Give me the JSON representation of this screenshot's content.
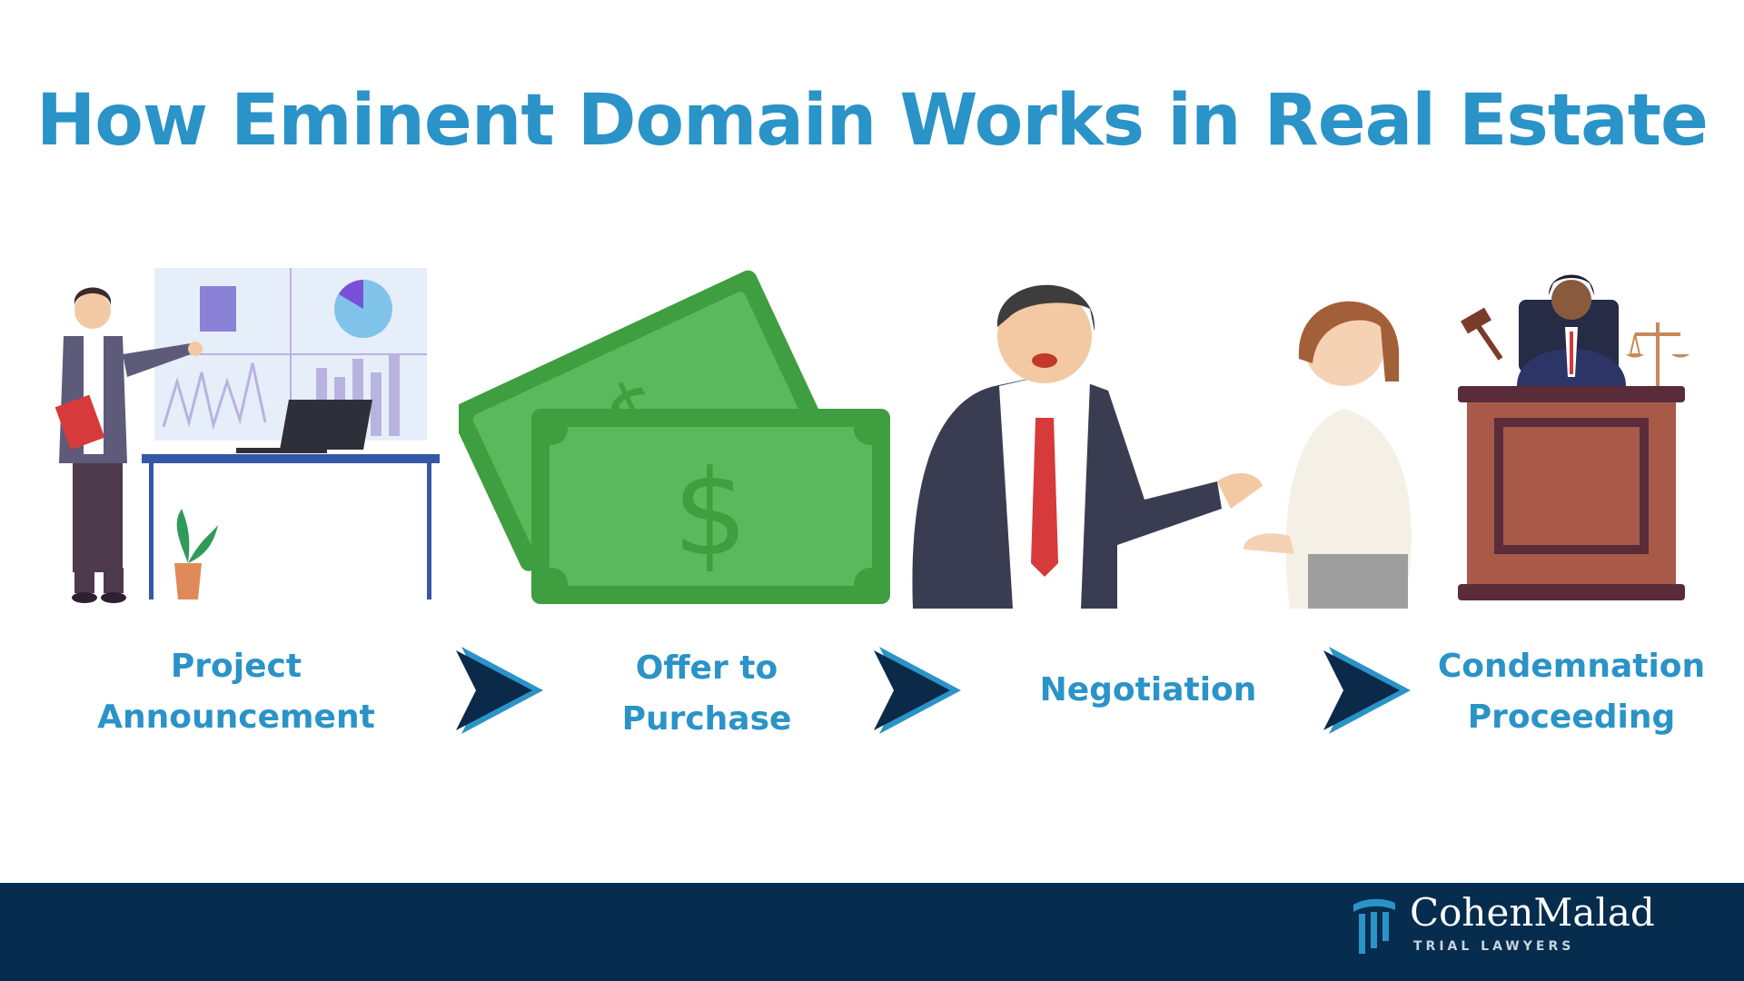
{
  "title": "How Eminent Domain Works in Real Estate",
  "steps": [
    {
      "line1": "Project",
      "line2": "Announcement"
    },
    {
      "line1": "Offer to",
      "line2": "Purchase"
    },
    {
      "line1": "Negotiation",
      "line2": ""
    },
    {
      "line1": "Condemnation",
      "line2": "Proceeding"
    }
  ],
  "brand": {
    "name": "CohenMalad",
    "tagline": "TRIAL LAWYERS"
  },
  "colors": {
    "accent": "#2a93c8",
    "footer": "#062c4e",
    "arrow_dark": "#0b2a4a",
    "money": "#5cb85c"
  },
  "icons": [
    "presenter-icon",
    "money-icon",
    "negotiation-icon",
    "judge-icon",
    "chevron-right-icon",
    "pillar-logo-icon"
  ]
}
